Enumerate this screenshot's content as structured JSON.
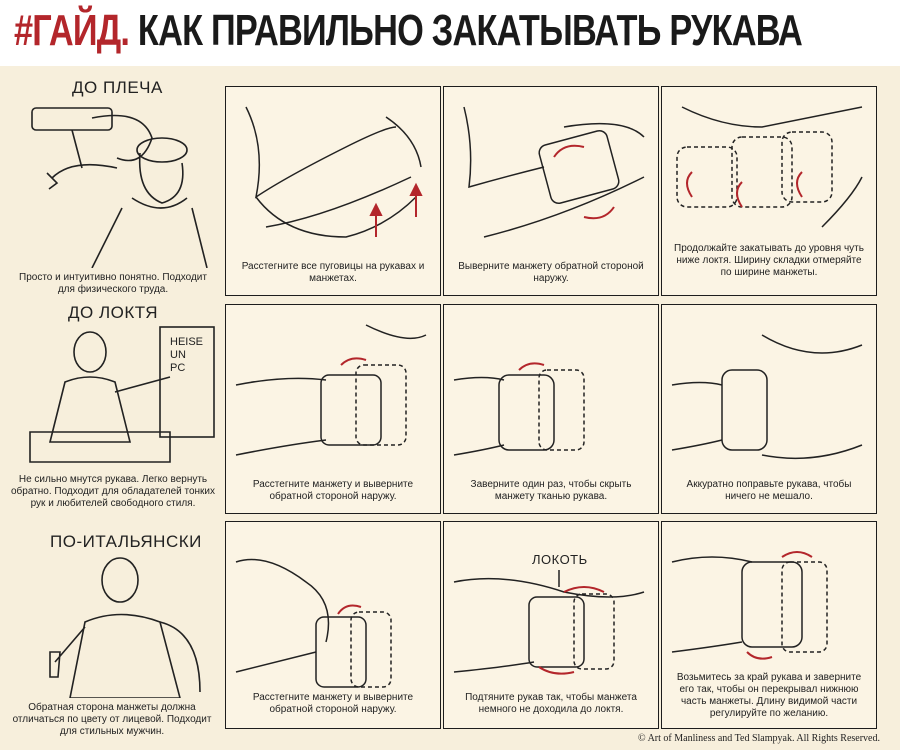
{
  "header": {
    "hashtag": "#ГАЙД.",
    "title": "КАК ПРАВИЛЬНО ЗАКАТЫВАТЬ РУКАВА"
  },
  "rows": [
    {
      "title": "ДО ПЛЕЧА",
      "description": "Просто и интуитивно понятно. Подходит для физического труда.",
      "steps": [
        "Расстегните все пуговицы на рукавах и манжетах.",
        "Выверните манжету обратной стороной наружу.",
        "Продолжайте закатывать до уровня чуть ниже локтя. Ширину складки отмеряйте по ширине манжеты."
      ]
    },
    {
      "title": "ДО ЛОКТЯ",
      "description": "Не сильно мнутся рукава. Легко вернуть обратно. Подходит для обладателей тонких рук и любителей свободного стиля.",
      "board_text": [
        "HEISE",
        "UN",
        "PC"
      ],
      "steps": [
        "Расстегните манжету и выверните обратной стороной наружу.",
        "Заверните один раз, чтобы скрыть манжету тканью рукава.",
        "Аккуратно поправьте рукава, чтобы ничего не мешало."
      ]
    },
    {
      "title": "ПО-ИТАЛЬЯНСКИ",
      "description": "Обратная сторона манжеты должна отличаться по цвету от лицевой. Подходит для стильных мужчин.",
      "elbow_label": "ЛОКОТЬ",
      "steps": [
        "Расстегните манжету и выверните обратной стороной наружу.",
        "Подтяните рукав так, чтобы манжета немного не доходила до локтя.",
        "Возьмитесь за край рукава и заверните его так, чтобы он перекрывал нижнюю часть манжеты. Длину видимой части регулируйте по желанию."
      ]
    }
  ],
  "footer": {
    "copyright": "© Art of Manliness and Ted Slampyak. All Rights Reserved."
  },
  "colors": {
    "accent": "#b3262b",
    "background": "#f7efdc",
    "ink": "#1d1d1d"
  }
}
